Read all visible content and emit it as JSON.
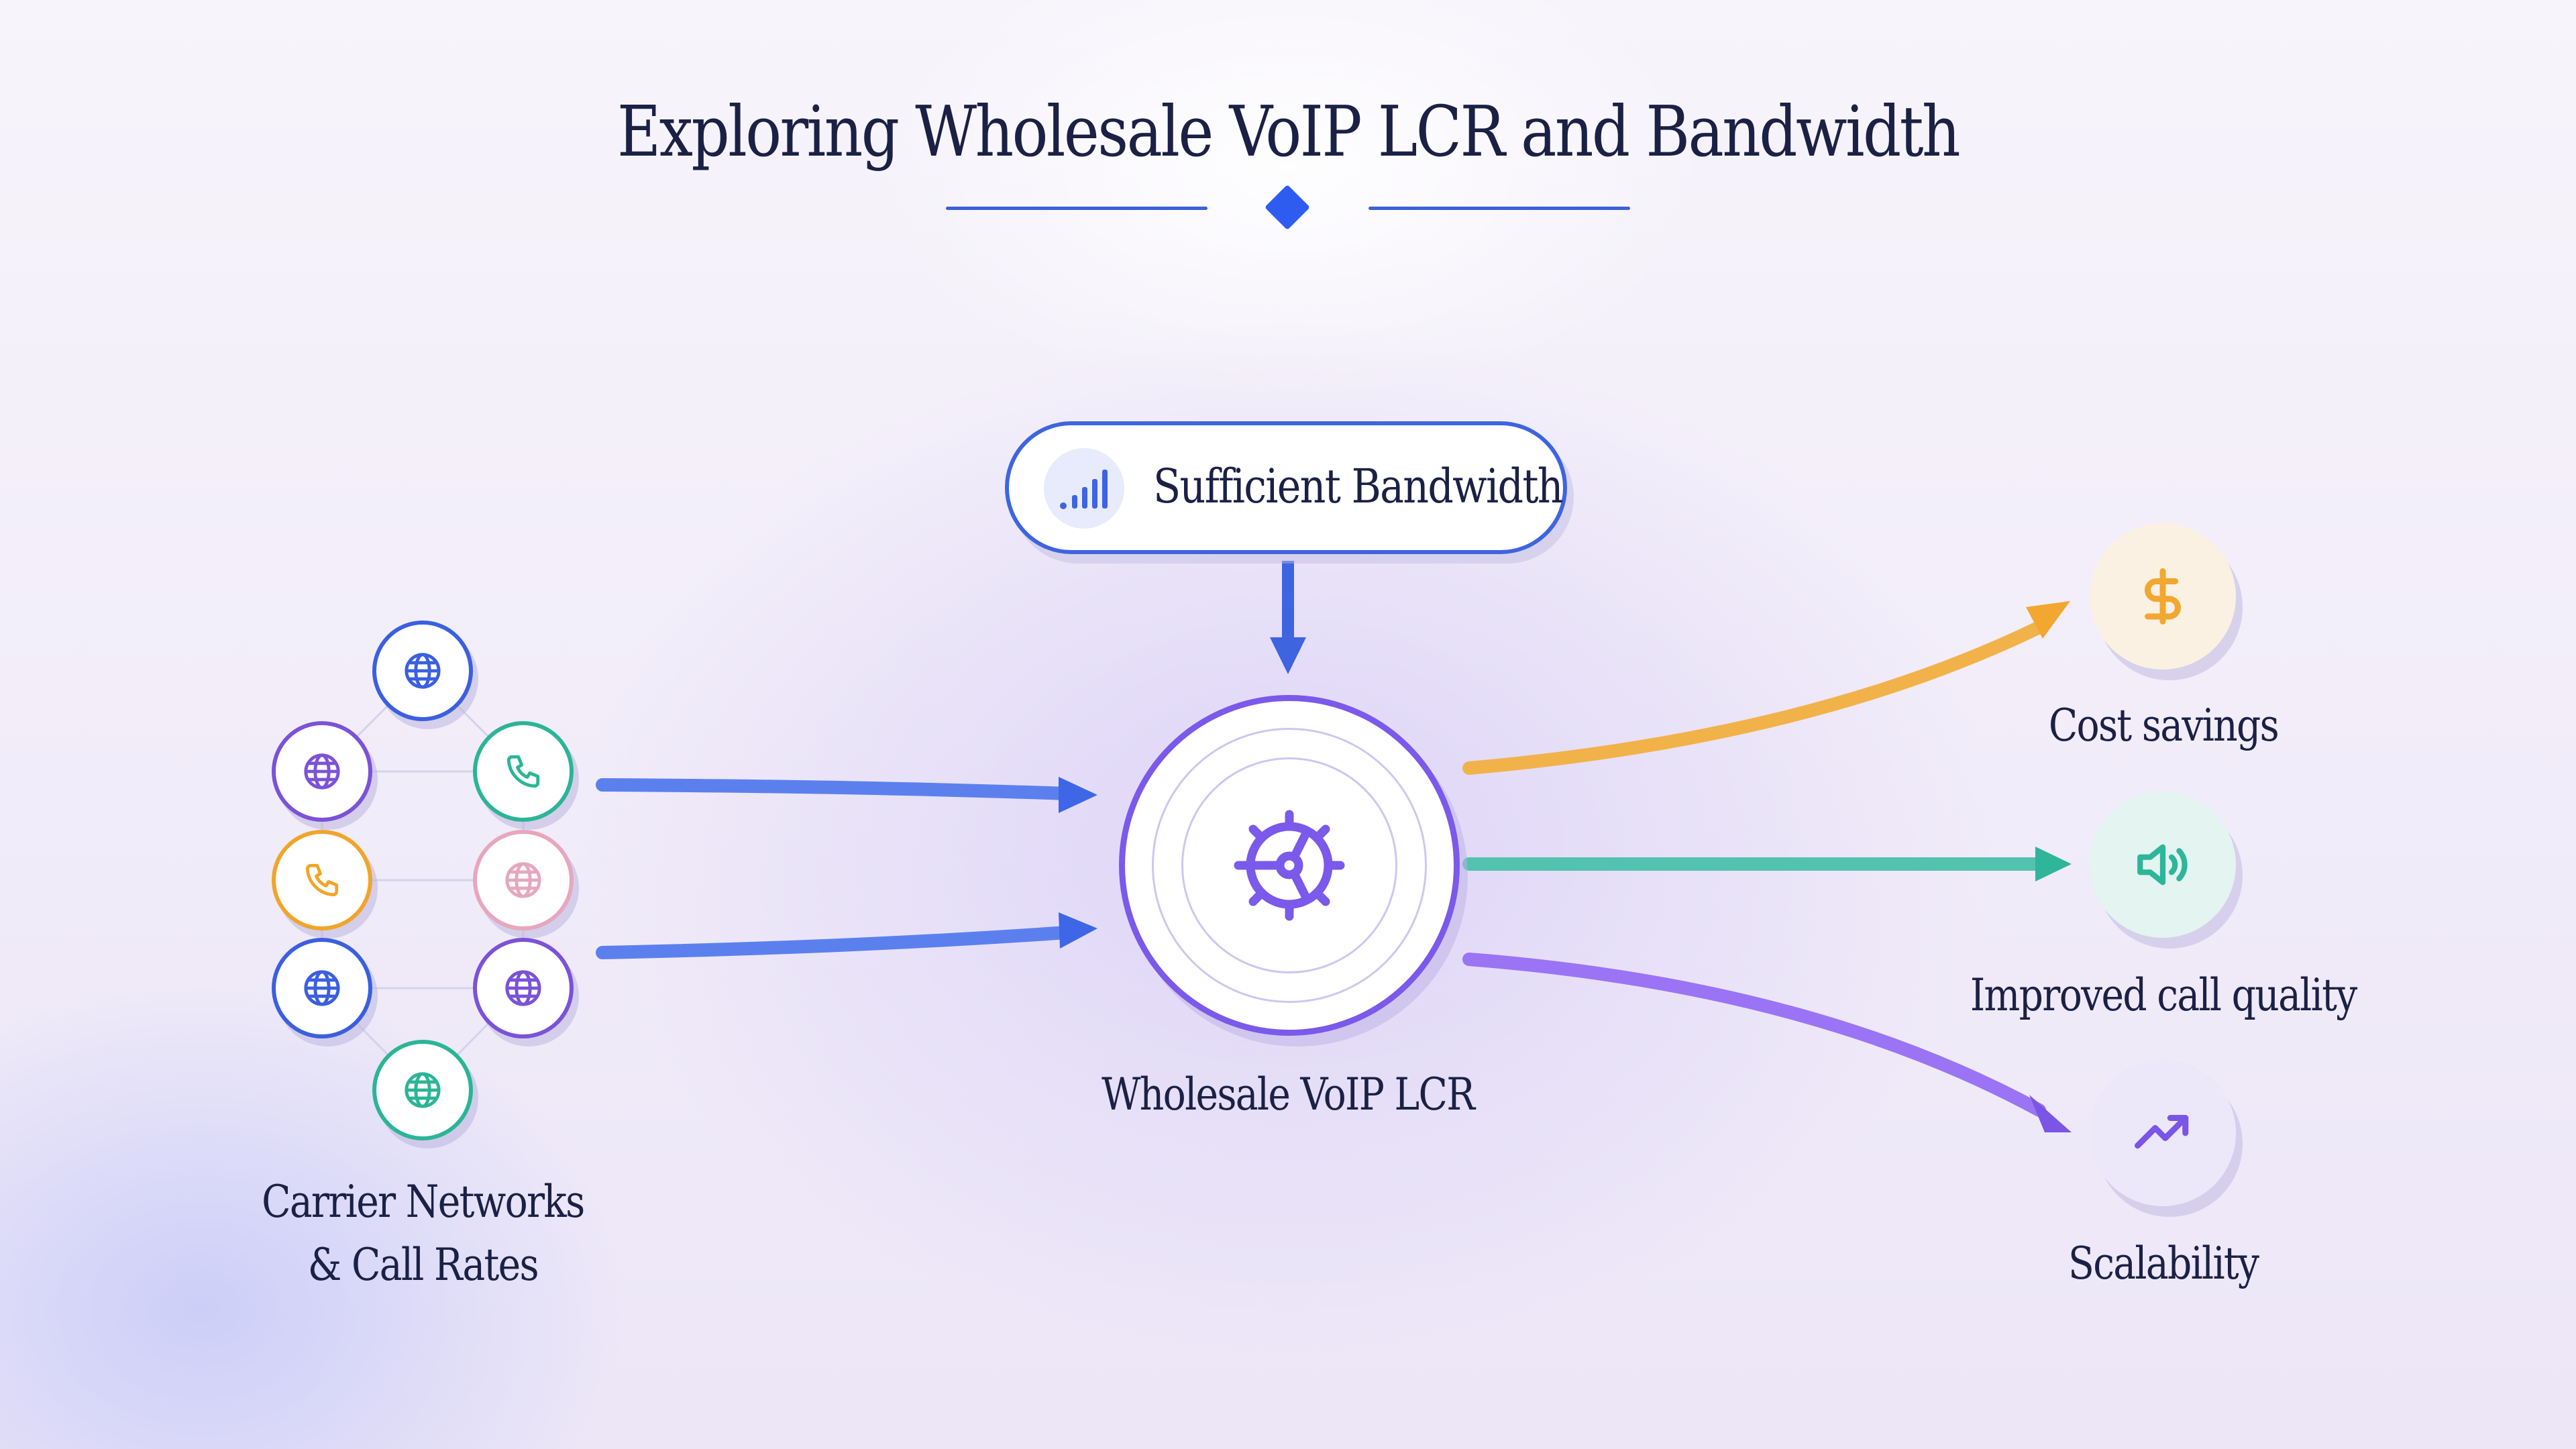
{
  "title": "Exploring Wholesale VoIP LCR and Bandwidth",
  "bandwidth": {
    "label": "Sufficient Bandwidth",
    "icon": "signal-bars-icon"
  },
  "hub": {
    "label": "Wholesale VoIP LCR",
    "icon": "gear-icon"
  },
  "carriers": {
    "label_line1": "Carrier Networks",
    "label_line2": "& Call Rates",
    "nodes": [
      {
        "icon": "globe-icon",
        "color": "#3b5fe0"
      },
      {
        "icon": "globe-icon",
        "color": "#7b52d8"
      },
      {
        "icon": "phone-icon",
        "color": "#2bb596"
      },
      {
        "icon": "phone-icon",
        "color": "#f0a52a"
      },
      {
        "icon": "globe-icon",
        "color": "#e6a7bd"
      },
      {
        "icon": "globe-icon",
        "color": "#3b5fe0"
      },
      {
        "icon": "globe-icon",
        "color": "#7b52d8"
      },
      {
        "icon": "globe-icon",
        "color": "#2bb596"
      }
    ]
  },
  "outcomes": [
    {
      "label": "Cost savings",
      "icon": "dollar-icon",
      "color": "#f2a730",
      "bg": "#fbf1e3"
    },
    {
      "label": "Improved call quality",
      "icon": "speaker-icon",
      "color": "#2eb59a",
      "bg": "#e3f4f1"
    },
    {
      "label": "Scalability",
      "icon": "trend-up-icon",
      "color": "#7a55e6",
      "bg": "#ece8fa"
    }
  ],
  "colors": {
    "primary": "#3e64e0",
    "accent": "#7b59ea",
    "orange": "#f2a730",
    "teal": "#2eb59a",
    "purple": "#8a63f0"
  }
}
